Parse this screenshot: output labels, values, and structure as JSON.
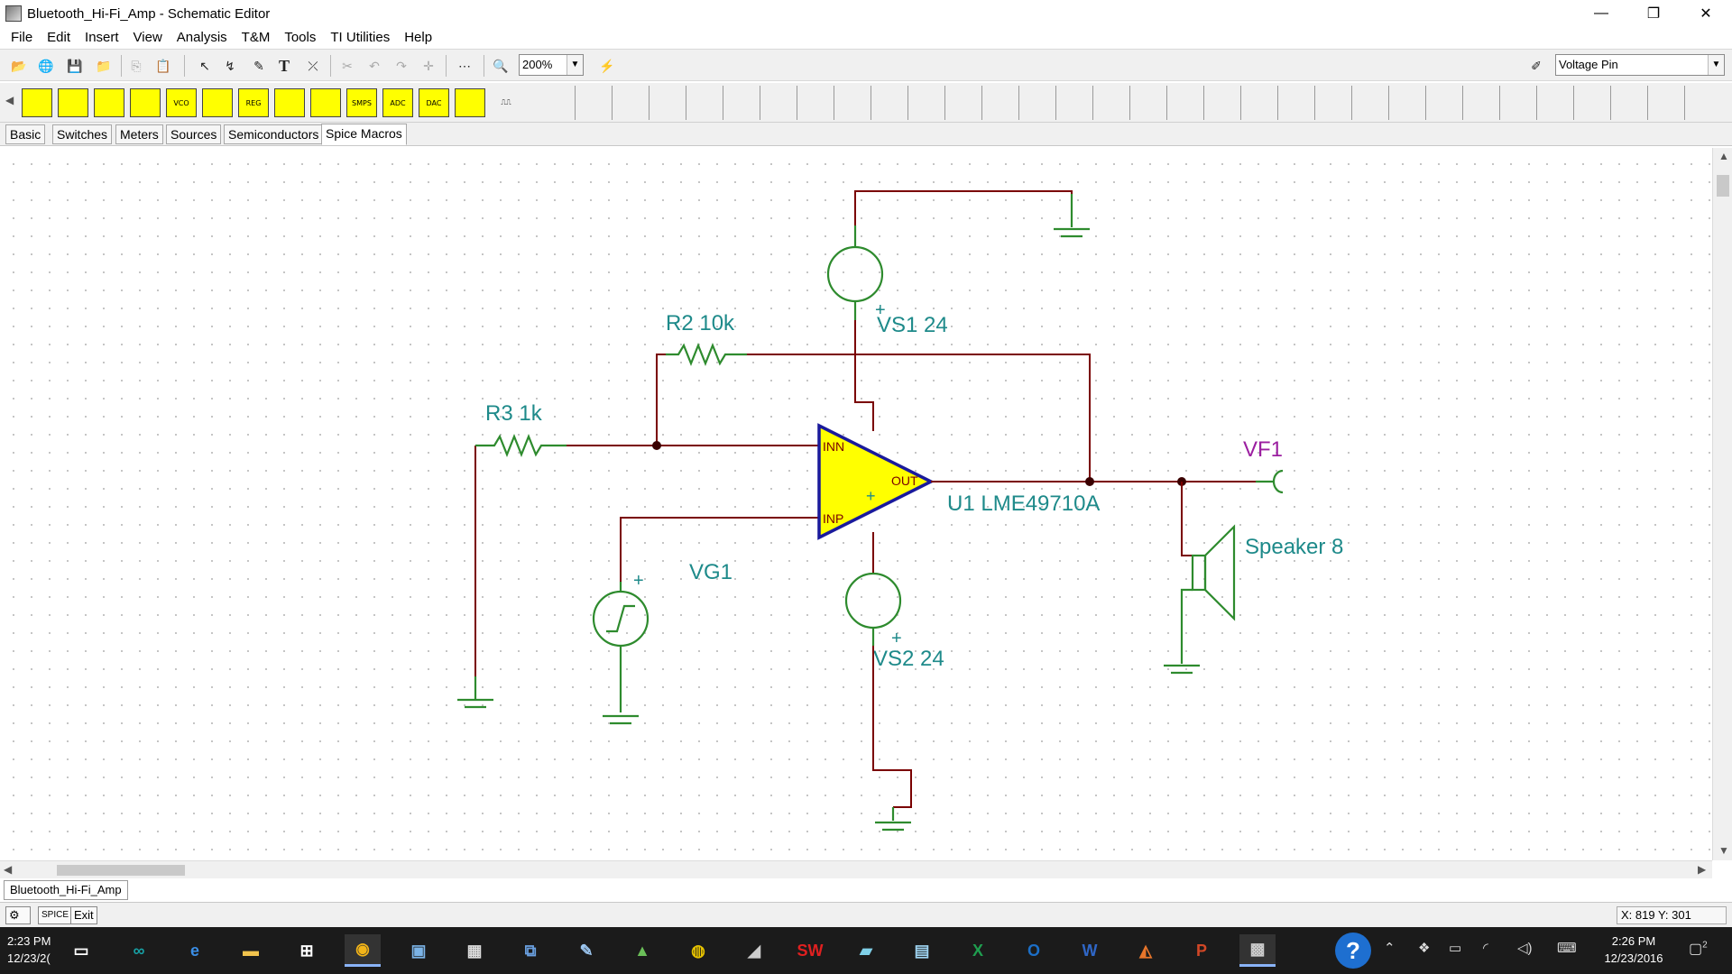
{
  "window": {
    "title": "Bluetooth_Hi-Fi_Amp - Schematic Editor",
    "controls": {
      "minimize": "—",
      "restore": "❐",
      "close": "✕"
    }
  },
  "menu": [
    "File",
    "Edit",
    "Insert",
    "View",
    "Analysis",
    "T&M",
    "Tools",
    "TI Utilities",
    "Help"
  ],
  "toolbar": {
    "zoom_value": "200%",
    "pin_select_value": "Voltage Pin"
  },
  "component_icons": [
    "",
    "",
    "",
    "",
    "VCO",
    "",
    "REG",
    "",
    "",
    "SMPS",
    "ADC",
    "DAC",
    "",
    ""
  ],
  "component_tabs": [
    "Basic",
    "Switches",
    "Meters",
    "Sources",
    "Semiconductors",
    "Spice Macros"
  ],
  "active_component_tab": "Spice Macros",
  "schematic": {
    "labels": {
      "r2": "R2 10k",
      "r3": "R3 1k",
      "vs1": "VS1 24",
      "vs2": "VS2 24",
      "vg1": "VG1",
      "u1": "U1 LME49710A",
      "vf1": "VF1",
      "speaker": "Speaker 8",
      "pin_inn": "INN",
      "pin_inp": "INP",
      "pin_out": "OUT",
      "plus": "+"
    },
    "colors": {
      "wire": "#7a0000",
      "component": "#2e8b2e",
      "label": "#1e8a8a",
      "probe": "#9b1ea0",
      "opamp_fill": "#ffff00",
      "opamp_border": "#1a1a9c"
    }
  },
  "document_tab": "Bluetooth_Hi-Fi_Amp",
  "statusbar": {
    "buttons": [
      "",
      "SPICE",
      "Exit"
    ],
    "coordinates": "X: 819  Y: 301"
  },
  "taskbar": {
    "left_time": "2:23 PM",
    "left_date": "12/23/2(",
    "apps": [
      "task-view",
      "arduino",
      "edge",
      "file-explorer",
      "store",
      "chrome",
      "app",
      "calculator",
      "network",
      "app",
      "app",
      "globe",
      "app",
      "solidworks",
      "app",
      "app",
      "excel",
      "outlook",
      "word",
      "matlab",
      "powerpoint",
      "tina-ti"
    ],
    "clock_time": "2:26 PM",
    "clock_date": "12/23/2016",
    "notification_count": "2"
  }
}
